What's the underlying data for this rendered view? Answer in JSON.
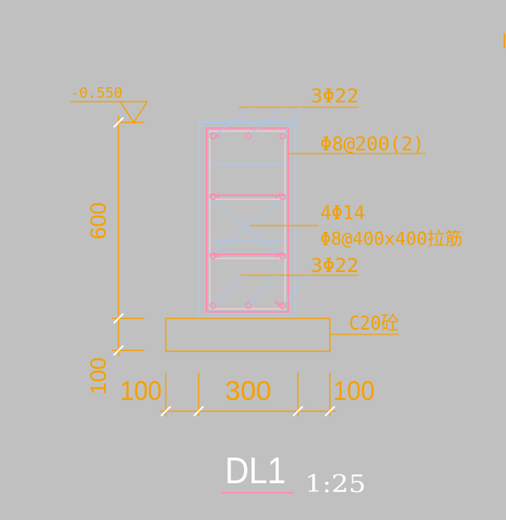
{
  "drawing": {
    "elevation_label": "-0.550",
    "dim_height_beam": "600",
    "dim_height_base": "100",
    "dim_left": "100",
    "dim_mid": "300",
    "dim_right": "100",
    "rebar_top": "3Φ22",
    "stirrup": "Φ8@200(2)",
    "side_bars": "4Φ14",
    "tie_bars": "Φ8@400x400拉筋",
    "rebar_bottom": "3Φ22",
    "base_concrete": "C20砼",
    "title": "DL1",
    "scale": "1:25",
    "colors": {
      "background": "#c0c0c0",
      "dimension": "#f5a000",
      "rebar": "#ff8cb0",
      "outline": "#a9c7ee",
      "title": "#ffffff"
    }
  }
}
